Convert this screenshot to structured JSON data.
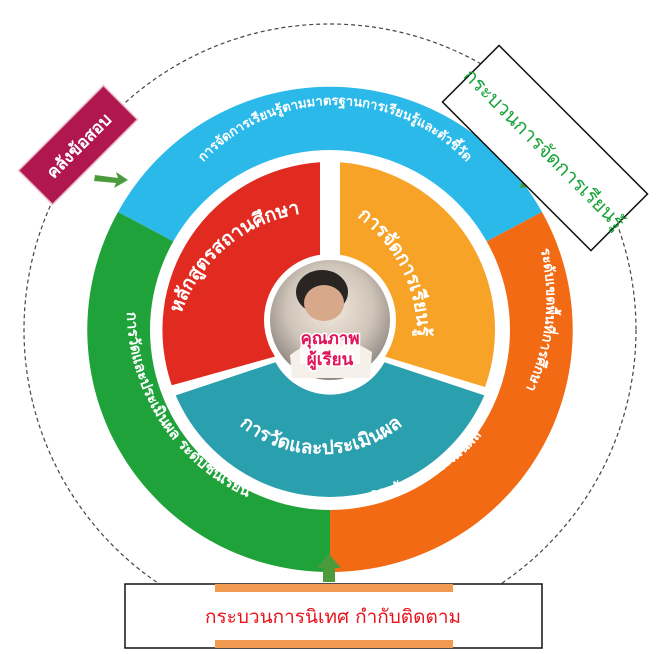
{
  "center": {
    "line1": "คุณภาพ",
    "line2": "ผู้เรียน"
  },
  "inner_ring": {
    "curriculum": "หลักสูตรสถานศึกษา",
    "learning": "การจัดการเรียนรู้",
    "assessment": "การวัดและประเมินผล"
  },
  "outer_ring": {
    "top": "การจัดการเรียนรู้ตามมาตรฐานการเรียนรู้และตัวชี้วัด",
    "left": "การวัดและประเมินผล ระดับชั้นเรียน",
    "right_upper": "ระดับเขตพื้นที่การศึกษา",
    "right_lower": "การวัดและประเมินผล"
  },
  "boxes": {
    "test_bank": "คลังข้อสอบ",
    "learning_process": "กระบวนการจัดการเรียนรู้",
    "supervision": "กระบวนการนิเทศ กำกับติดตาม"
  },
  "colors": {
    "sky": "#2bb9ea",
    "orange": "#f26a14",
    "green": "#1fa23a",
    "red": "#e12a20",
    "light_orange": "#f7a328",
    "teal": "#2a9fae",
    "maroon": "#b0174f",
    "box_green_text": "#19a43a",
    "box_red_text": "#e8141c"
  }
}
